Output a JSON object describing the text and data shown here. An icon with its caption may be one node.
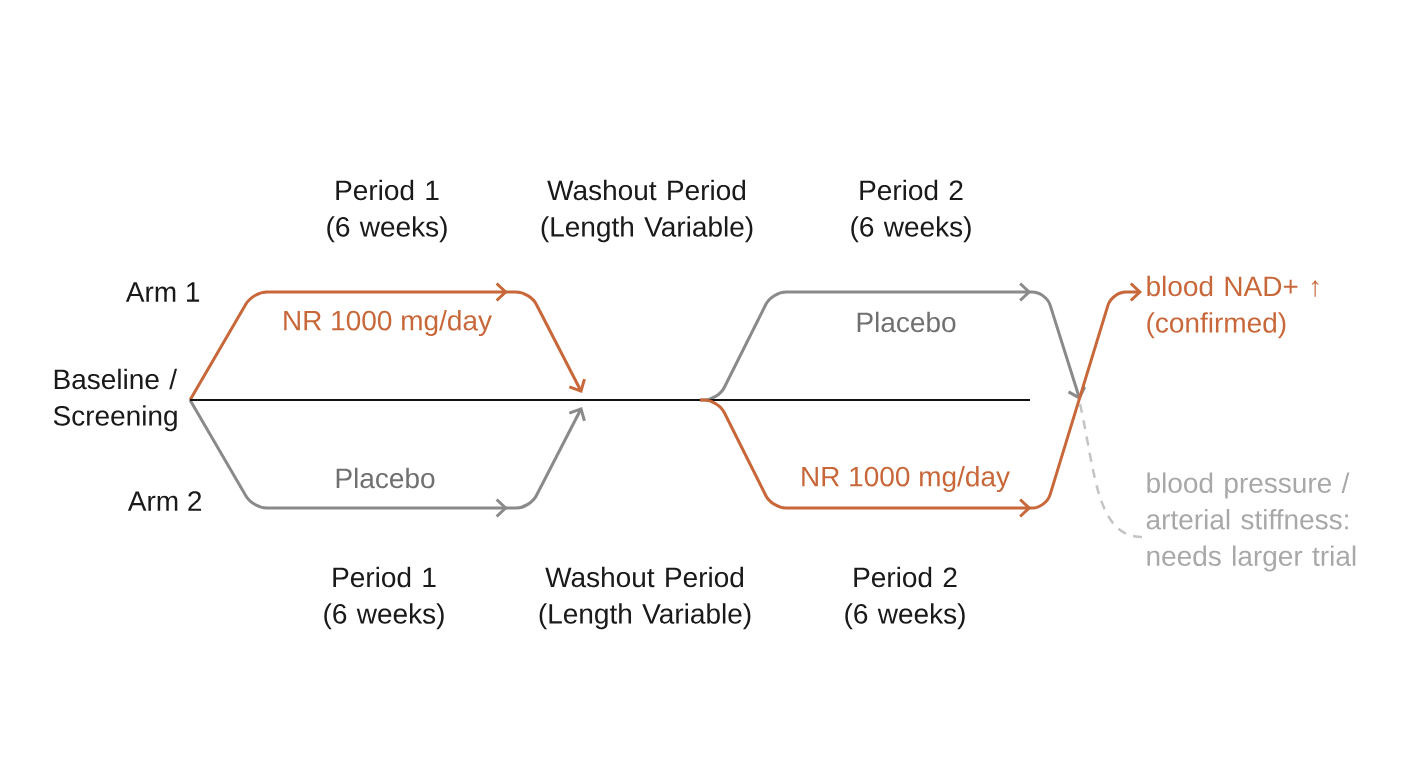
{
  "diagram": {
    "nodes": [
      {
        "text": [
          "Baseline / Screening"
        ]
      },
      {
        "text": [
          "blood NAD+ ↑ (confirmed)"
        ]
      },
      {
        "text": [
          "blood pressure / arterial stiffness: needs larger trial"
        ]
      }
    ],
    "edges": [
      {
        "from": 0,
        "to": null,
        "arrow": "to",
        "label": "NR 1000 mg/day"
      },
      {
        "from": 0,
        "to": null,
        "arrow": "to",
        "label": "Placebo",
        "color": "#8a8a8a"
      },
      {
        "from": 0,
        "to": null,
        "arrow": "none",
        "color": "#111111"
      },
      {
        "from": null,
        "to": 1,
        "arrow": "to",
        "label": "NR 1000 mg/day"
      },
      {
        "from": null,
        "to": 2,
        "arrow": "none",
        "style": "dashed",
        "color": "#c4c4c4"
      }
    ],
    "labels": [
      "Period 1 (6 weeks)",
      "Washout Period (Length Variable)",
      "Period 2 (6 weeks)",
      "Arm 1",
      "Placebo",
      "Arm 2",
      "Period 1 (6 weeks)",
      "Washout Period (Length Variable)",
      "Period 2 (6 weeks)"
    ]
  }
}
